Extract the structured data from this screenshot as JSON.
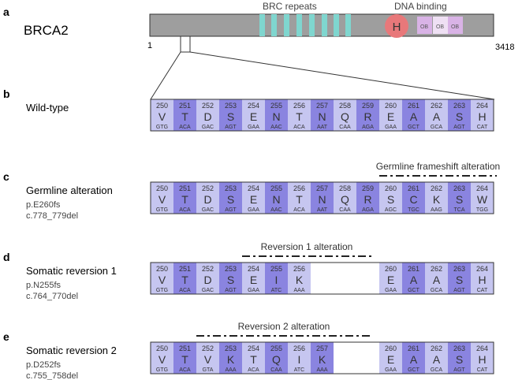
{
  "gene": {
    "name": "BRCA2",
    "start": "1",
    "end": "3418",
    "brc_label": "BRC repeats",
    "dna_label": "DNA binding",
    "h_label": "H",
    "ob_labels": [
      "OB",
      "OB",
      "OB"
    ],
    "colors": {
      "bar": "#9e9e9e",
      "brc": "#7fd6cf",
      "h": "#e8787a",
      "ob": "#d9b3e6"
    }
  },
  "panels": [
    {
      "letter": "a"
    },
    {
      "letter": "b",
      "title": "Wild-type",
      "lines": [],
      "alteration": "",
      "cells": [
        {
          "n": "250",
          "aa": "V",
          "codon": "GTG"
        },
        {
          "n": "251",
          "aa": "T",
          "codon": "ACA"
        },
        {
          "n": "252",
          "aa": "D",
          "codon": "GAC"
        },
        {
          "n": "253",
          "aa": "S",
          "codon": "AGT"
        },
        {
          "n": "254",
          "aa": "E",
          "codon": "GAA"
        },
        {
          "n": "255",
          "aa": "N",
          "codon": "AAC"
        },
        {
          "n": "256",
          "aa": "T",
          "codon": "ACA"
        },
        {
          "n": "257",
          "aa": "N",
          "codon": "AAT"
        },
        {
          "n": "258",
          "aa": "Q",
          "codon": "CAA"
        },
        {
          "n": "259",
          "aa": "R",
          "codon": "AGA"
        },
        {
          "n": "260",
          "aa": "E",
          "codon": "GAA"
        },
        {
          "n": "261",
          "aa": "A",
          "codon": "GCT"
        },
        {
          "n": "262",
          "aa": "A",
          "codon": "GCA"
        },
        {
          "n": "263",
          "aa": "S",
          "codon": "AGT"
        },
        {
          "n": "264",
          "aa": "H",
          "codon": "CAT"
        }
      ]
    },
    {
      "letter": "c",
      "title": "Germline alteration",
      "lines": [
        "p.E260fs",
        "c.778_779del"
      ],
      "alteration": "Germline frameshift alteration",
      "alt_from": 10,
      "alt_to": 14,
      "cells": [
        {
          "n": "250",
          "aa": "V",
          "codon": "GTG"
        },
        {
          "n": "251",
          "aa": "T",
          "codon": "ACA"
        },
        {
          "n": "252",
          "aa": "D",
          "codon": "GAC"
        },
        {
          "n": "253",
          "aa": "S",
          "codon": "AGT"
        },
        {
          "n": "254",
          "aa": "E",
          "codon": "GAA"
        },
        {
          "n": "255",
          "aa": "N",
          "codon": "AAC"
        },
        {
          "n": "256",
          "aa": "T",
          "codon": "ACA"
        },
        {
          "n": "257",
          "aa": "N",
          "codon": "AAT"
        },
        {
          "n": "258",
          "aa": "Q",
          "codon": "CAA"
        },
        {
          "n": "259",
          "aa": "R",
          "codon": "AGA"
        },
        {
          "n": "260",
          "aa": "S",
          "codon": "AGC"
        },
        {
          "n": "261",
          "aa": "C",
          "codon": "TGC"
        },
        {
          "n": "262",
          "aa": "K",
          "codon": "AAG"
        },
        {
          "n": "263",
          "aa": "S",
          "codon": "TCA"
        },
        {
          "n": "264",
          "aa": "W",
          "codon": "TGG"
        }
      ]
    },
    {
      "letter": "d",
      "title": "Somatic reversion 1",
      "lines": [
        "p.N255fs",
        "c.764_770del"
      ],
      "alteration": "Reversion 1 alteration",
      "alt_from": 4,
      "alt_to": 9,
      "cells": [
        {
          "n": "250",
          "aa": "V",
          "codon": "GTG"
        },
        {
          "n": "251",
          "aa": "T",
          "codon": "ACA"
        },
        {
          "n": "252",
          "aa": "D",
          "codon": "GAC"
        },
        {
          "n": "253",
          "aa": "S",
          "codon": "AGT"
        },
        {
          "n": "254",
          "aa": "E",
          "codon": "GAA"
        },
        {
          "n": "255",
          "aa": "I",
          "codon": "ATC"
        },
        {
          "n": "256",
          "aa": "K",
          "codon": "AAA"
        },
        null,
        null,
        null,
        {
          "n": "260",
          "aa": "E",
          "codon": "GAA"
        },
        {
          "n": "261",
          "aa": "A",
          "codon": "GCT"
        },
        {
          "n": "262",
          "aa": "A",
          "codon": "GCA"
        },
        {
          "n": "263",
          "aa": "S",
          "codon": "AGT"
        },
        {
          "n": "264",
          "aa": "H",
          "codon": "CAT"
        }
      ]
    },
    {
      "letter": "e",
      "title": "Somatic reversion 2",
      "lines": [
        "p.D252fs",
        "c.755_758del"
      ],
      "alteration": "Reversion 2 alteration",
      "alt_from": 2,
      "alt_to": 9,
      "cells": [
        {
          "n": "250",
          "aa": "V",
          "codon": "GTG"
        },
        {
          "n": "251",
          "aa": "T",
          "codon": "ACA"
        },
        {
          "n": "252",
          "aa": "V",
          "codon": "GTA"
        },
        {
          "n": "253",
          "aa": "K",
          "codon": "AAA"
        },
        {
          "n": "254",
          "aa": "T",
          "codon": "ACA"
        },
        {
          "n": "255",
          "aa": "Q",
          "codon": "CAA"
        },
        {
          "n": "256",
          "aa": "I",
          "codon": "ATC"
        },
        {
          "n": "257",
          "aa": "K",
          "codon": "AAA"
        },
        null,
        null,
        {
          "n": "260",
          "aa": "E",
          "codon": "GAA"
        },
        {
          "n": "261",
          "aa": "A",
          "codon": "GCT"
        },
        {
          "n": "262",
          "aa": "A",
          "codon": "GCA"
        },
        {
          "n": "263",
          "aa": "S",
          "codon": "AGT"
        },
        {
          "n": "264",
          "aa": "H",
          "codon": "CAT"
        }
      ]
    }
  ],
  "colors": {
    "light_cell": "#c6c6f0",
    "dark_cell": "#8a84e0",
    "cell_text": "#333333",
    "border": "#333333"
  }
}
